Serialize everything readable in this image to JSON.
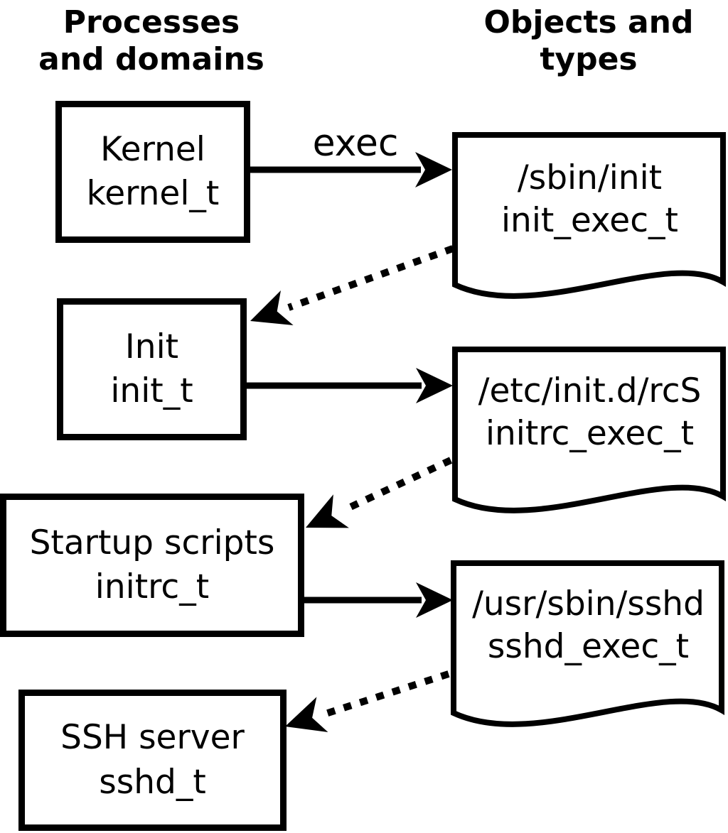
{
  "colors": {
    "ink": "#000000",
    "paper": "#ffffff"
  },
  "headers": {
    "left": "Processes\nand domains",
    "right": "Objects and\ntypes"
  },
  "edge_label": "exec",
  "processes": [
    {
      "name": "Kernel",
      "type": "kernel_t"
    },
    {
      "name": "Init",
      "type": "init_t"
    },
    {
      "name": "Startup scripts",
      "type": "initrc_t"
    },
    {
      "name": "SSH server",
      "type": "sshd_t"
    }
  ],
  "objects": [
    {
      "path": "/sbin/init",
      "type": "init_exec_t"
    },
    {
      "path": "/etc/init.d/rcS",
      "type": "initrc_exec_t"
    },
    {
      "path": "/usr/sbin/sshd",
      "type": "sshd_exec_t"
    }
  ]
}
